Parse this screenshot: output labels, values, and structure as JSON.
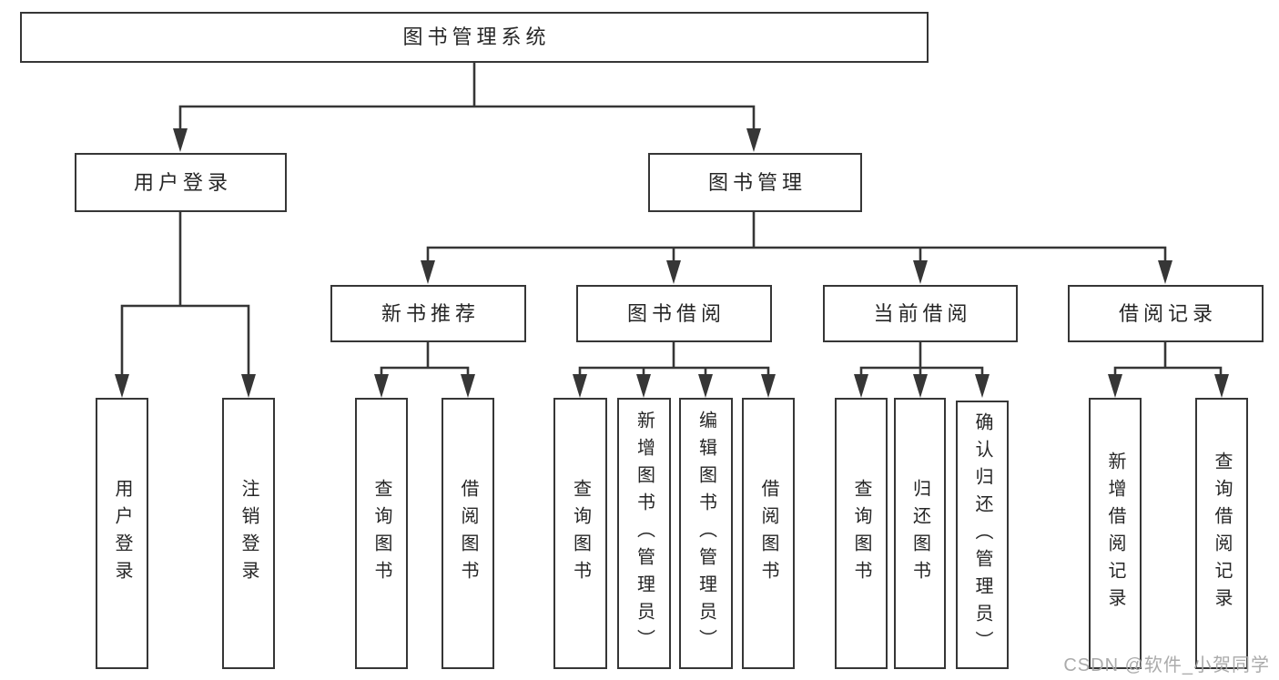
{
  "diagram_title": "图书管理系统",
  "tree": {
    "root": {
      "label": "图书管理系统",
      "children": [
        {
          "label": "用户登录",
          "children": [
            {
              "label": "用户登录"
            },
            {
              "label": "注销登录"
            }
          ]
        },
        {
          "label": "图书管理",
          "children": [
            {
              "label": "新书推荐",
              "children": [
                {
                  "label": "查询图书"
                },
                {
                  "label": "借阅图书"
                }
              ]
            },
            {
              "label": "图书借阅",
              "children": [
                {
                  "label": "查询图书"
                },
                {
                  "label": "新增图书（管理员）"
                },
                {
                  "label": "编辑图书（管理员）"
                },
                {
                  "label": "借阅图书"
                }
              ]
            },
            {
              "label": "当前借阅",
              "children": [
                {
                  "label": "查询图书"
                },
                {
                  "label": "归还图书"
                },
                {
                  "label": "确认归还（管理员）"
                }
              ]
            },
            {
              "label": "借阅记录",
              "children": [
                {
                  "label": "新增借阅记录"
                },
                {
                  "label": "查询借阅记录"
                }
              ]
            }
          ]
        }
      ]
    }
  },
  "watermark": "CSDN @软件_小贺同学",
  "colors": {
    "line": "#363636",
    "box_border": "#363636",
    "text": "#262626",
    "watermark": "#a6a6a6",
    "background": "#ffffff"
  }
}
